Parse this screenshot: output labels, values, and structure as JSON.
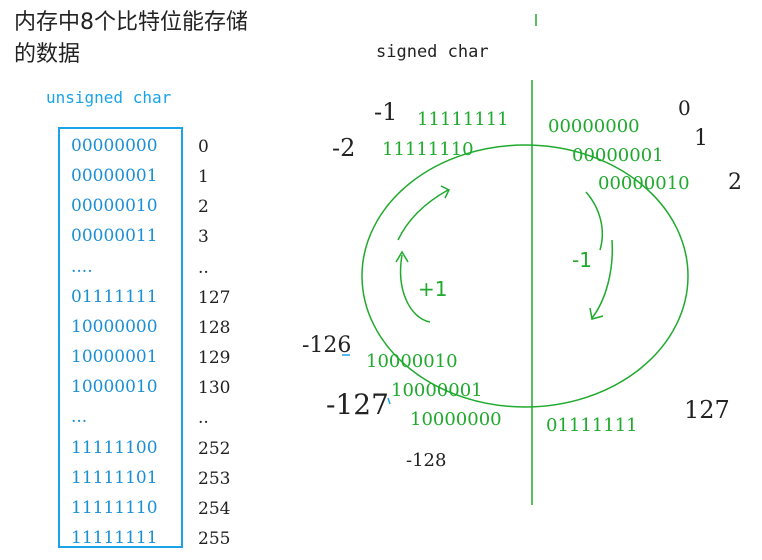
{
  "title_line1": "内存中8个比特位能存储",
  "title_line2": "的数据",
  "unsigned_label": "unsigned char",
  "signed_label": "signed char",
  "unsigned_rows": [
    {
      "bin": "00000000",
      "dec": "0"
    },
    {
      "bin": "00000001",
      "dec": "1"
    },
    {
      "bin": "00000010",
      "dec": "2"
    },
    {
      "bin": "00000011",
      "dec": "3"
    },
    {
      "bin": "....",
      "dec": ".."
    },
    {
      "bin": "01111111",
      "dec": "127"
    },
    {
      "bin": "10000000",
      "dec": "128"
    },
    {
      "bin": "10000001",
      "dec": "129"
    },
    {
      "bin": "10000010",
      "dec": "130"
    },
    {
      "bin": "...",
      "dec": ".."
    },
    {
      "bin": "11111100",
      "dec": "252"
    },
    {
      "bin": "11111101",
      "dec": "253"
    },
    {
      "bin": "11111110",
      "dec": "254"
    },
    {
      "bin": "11111111",
      "dec": "255"
    }
  ],
  "signed": {
    "n_minus1": "-1",
    "b_11111111": "11111111",
    "b_00000000": "00000000",
    "n_0": "0",
    "n_minus2": "-2",
    "b_11111110": "11111110",
    "b_00000001": "00000001",
    "n_1": "1",
    "b_00000010": "00000010",
    "n_2": "2",
    "n_minus126": "-126",
    "b_10000010": "10000010",
    "n_minus127": "-127",
    "b_10000001": "10000001",
    "b_10000000": "10000000",
    "b_01111111": "01111111",
    "n_127": "127",
    "n_minus128": "-128",
    "plus_one_left": "+1",
    "minus_one_right": "-1"
  },
  "colors": {
    "blue": "#1aa3e8",
    "green": "#1faa2e",
    "dark": "#222222"
  }
}
